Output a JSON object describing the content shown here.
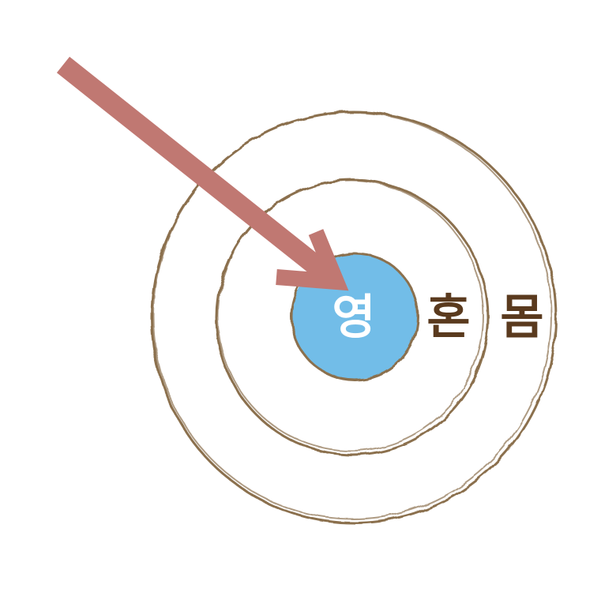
{
  "diagram": {
    "labels": {
      "spirit": "영",
      "soul": "혼",
      "body": "몸"
    },
    "colors": {
      "ring": "#8b6f4e",
      "core_fill": "#72bde8",
      "core_text": "#ffffff",
      "outer_text": "#5a3a1e",
      "arrow": "#c07872"
    }
  }
}
